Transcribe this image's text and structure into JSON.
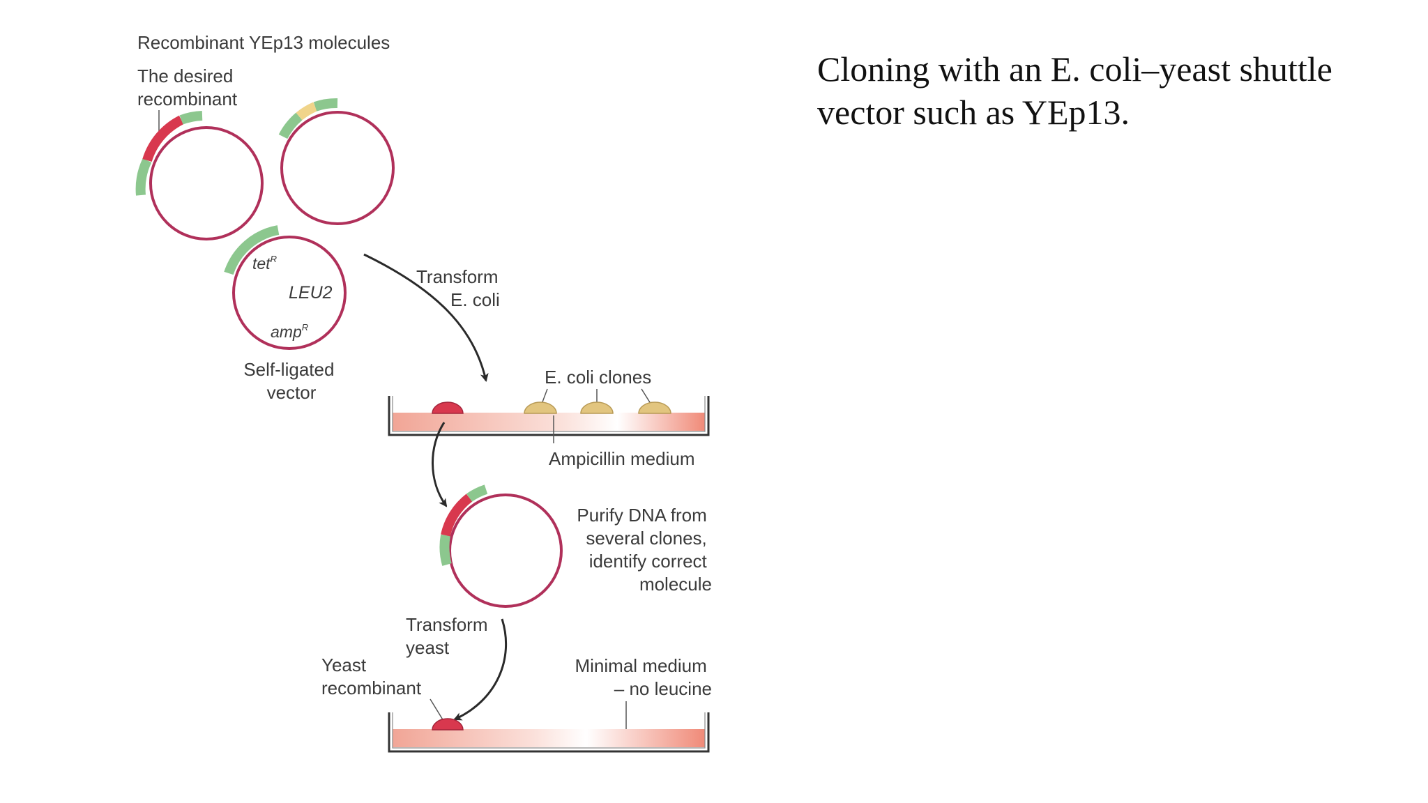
{
  "caption": {
    "line1": "Cloning with an E. coli–yeast shuttle",
    "line2": "vector such as YEp13."
  },
  "diagram": {
    "heading": "Recombinant YEp13 molecules",
    "desired_line1": "The desired",
    "desired_line2": "recombinant",
    "gene_tet": "tet",
    "gene_leu2": "LEU2",
    "gene_amp": "amp",
    "resistance_sup": "R",
    "self_ligated_line1": "Self-ligated",
    "self_ligated_line2": "vector",
    "transform_ecoli_line1": "Transform",
    "transform_ecoli_line2": "E. coli",
    "ecoli_clones_italic": "E. coli",
    "ecoli_clones_rest": " clones",
    "ampicillin_medium": "Ampicillin medium",
    "purify_line1": "Purify DNA from",
    "purify_line2": "several clones,",
    "purify_line3": "identify correct",
    "purify_line4": "molecule",
    "transform_yeast_line1": "Transform",
    "transform_yeast_line2": "yeast",
    "yeast_recombinant_line1": "Yeast",
    "yeast_recombinant_line2": "recombinant",
    "minimal_medium_line1": "Minimal medium",
    "minimal_medium_prefix": "– ",
    "minimal_medium_italic": "no",
    "minimal_medium_suffix": " leucine",
    "colors": {
      "plasmid_ring": "#b0305a",
      "insert_red": "#d8384e",
      "marker_green": "#8cc78e",
      "colony_tan": "#e2c57f",
      "medium_pink": "#f2a090",
      "arrow": "#2a2a2a"
    }
  }
}
